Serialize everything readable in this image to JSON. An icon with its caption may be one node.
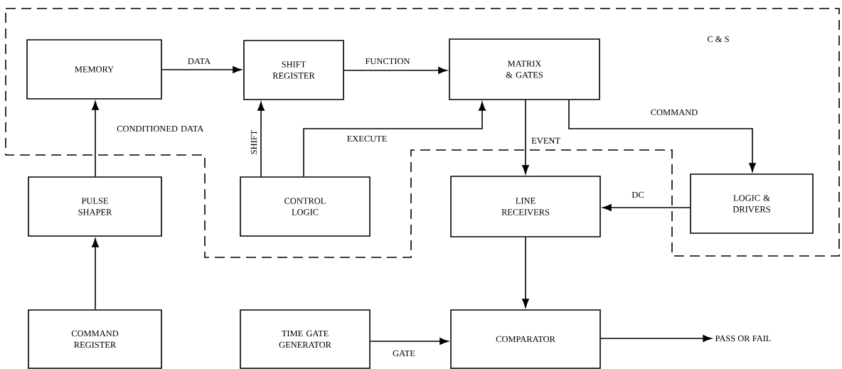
{
  "diagram": {
    "nodes": [
      {
        "text": [
          "MEMORY"
        ]
      },
      {
        "text": [
          "SHIFT REGISTER"
        ]
      },
      {
        "text": [
          "MATRIX & GATES"
        ]
      },
      {
        "text": [
          "PULSE SHAPER"
        ]
      },
      {
        "text": [
          "CONTROL LOGIC"
        ]
      },
      {
        "text": [
          "LINE RECEIVERS"
        ]
      },
      {
        "text": [
          "LOGIC & DRIVERS"
        ]
      },
      {
        "text": [
          "COMMAND REGISTER"
        ]
      },
      {
        "text": [
          "TIME GATE GENERATOR"
        ]
      },
      {
        "text": [
          "COMPARATOR"
        ]
      },
      {
        "text": [
          "PASS OR FAIL"
        ]
      }
    ],
    "edges": [
      {
        "from": 0,
        "to": 1,
        "arrow": "to",
        "label": "DATA"
      },
      {
        "from": 1,
        "to": 2,
        "arrow": "to",
        "label": "FUNCTION"
      },
      {
        "from": 3,
        "to": 0,
        "arrow": "to",
        "label": "CONDITIONED DATA"
      },
      {
        "from": 4,
        "to": 1,
        "arrow": "to",
        "label": "SHIFT"
      },
      {
        "from": 4,
        "to": 2,
        "arrow": "to",
        "label": "EXECUTE"
      },
      {
        "from": 2,
        "to": 5,
        "arrow": "to",
        "label": "EVENT"
      },
      {
        "from": 2,
        "to": 6,
        "arrow": "to",
        "label": "COMMAND"
      },
      {
        "from": 6,
        "to": 5,
        "arrow": "to",
        "label": "DC"
      },
      {
        "from": 7,
        "to": 3,
        "arrow": "to"
      },
      {
        "from": 5,
        "to": 9,
        "arrow": "to"
      },
      {
        "from": 8,
        "to": 9,
        "arrow": "to",
        "label": "GATE"
      },
      {
        "from": 9,
        "to": 10,
        "arrow": "to"
      }
    ],
    "labels": [
      "C & S"
    ]
  }
}
